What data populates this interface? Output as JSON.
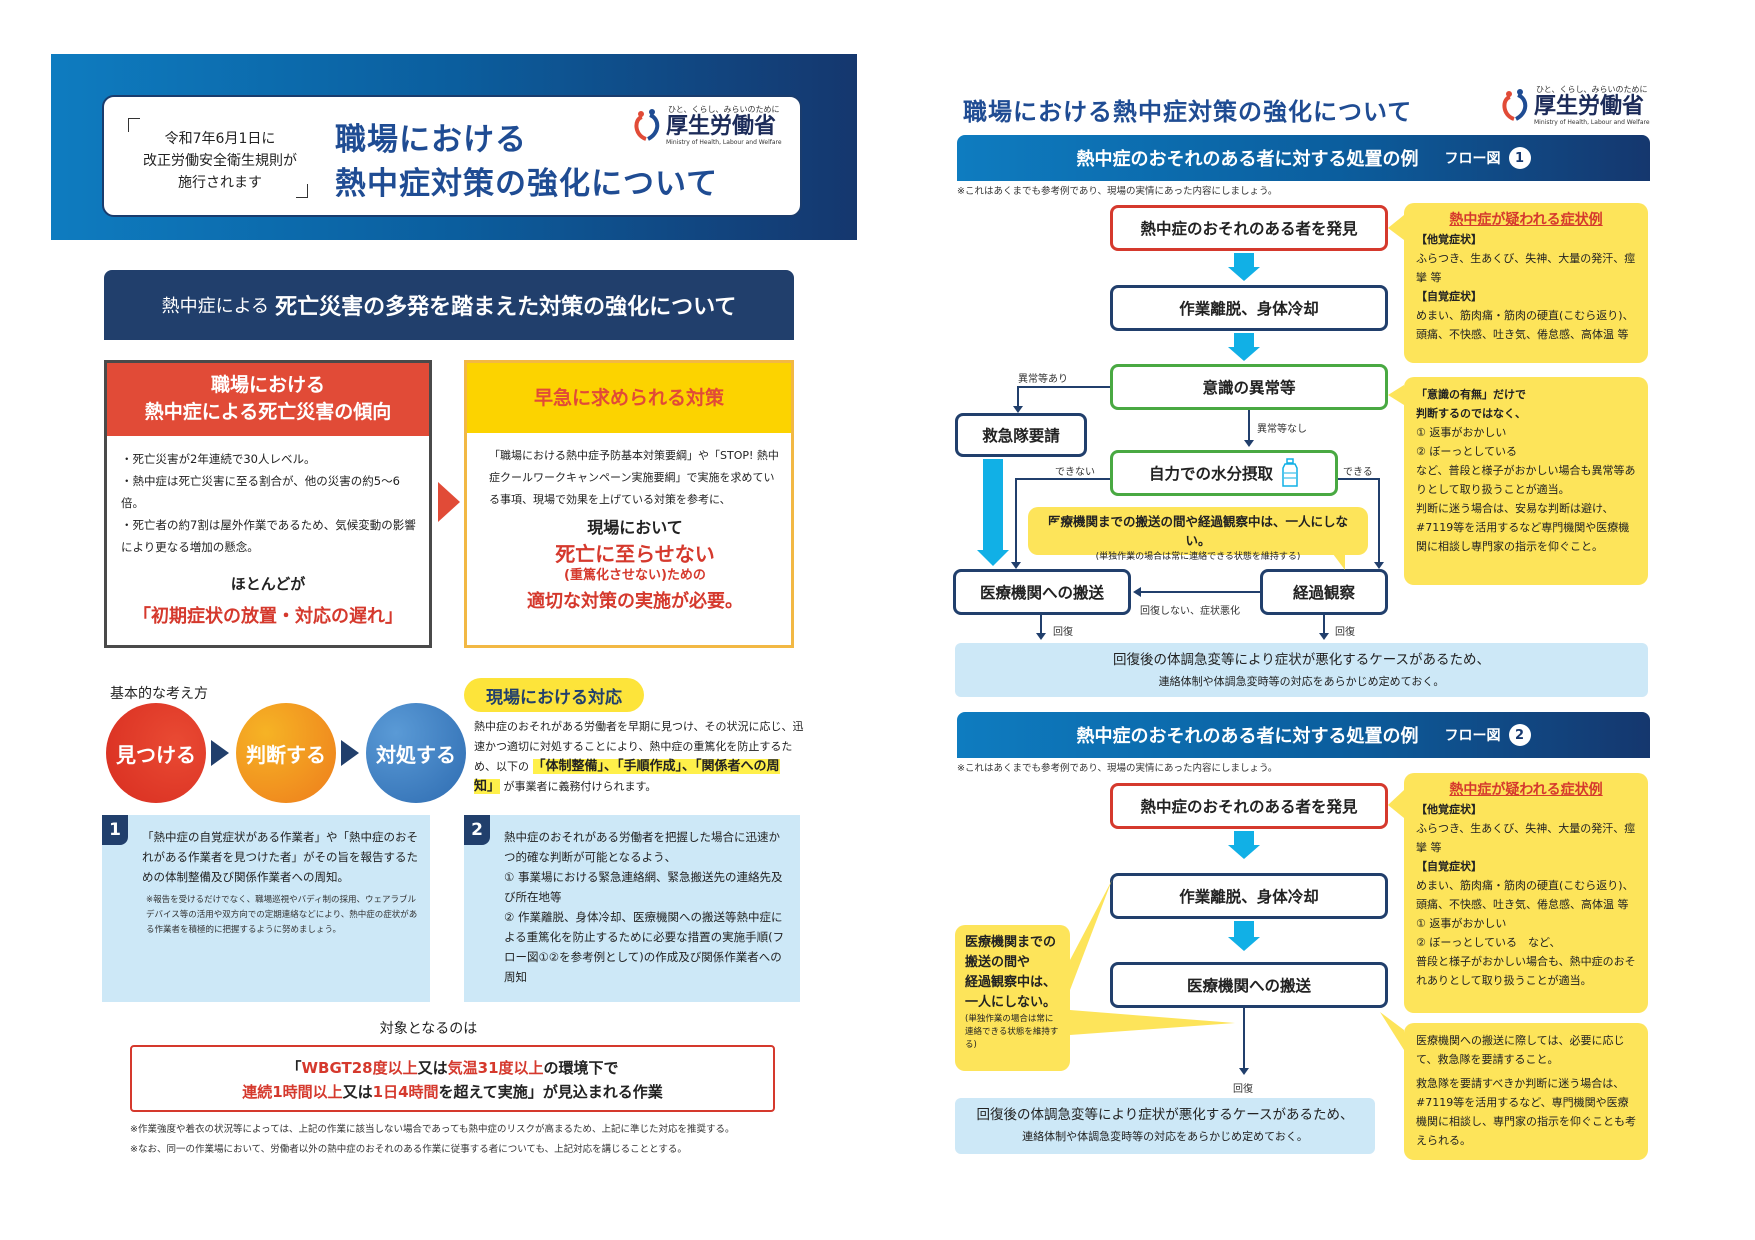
{
  "left": {
    "header": {
      "note_lines": [
        "令和7年6月1日に",
        "改正労働安全衛生規則が",
        "施行されます"
      ],
      "title_line1": "職場における",
      "title_line2": "熱中症対策の強化について",
      "logo": {
        "tagline": "ひと、くらし、みらいのために",
        "name": "厚生労働省",
        "english": "Ministry of Health, Labour and Welfare"
      }
    },
    "band": {
      "prefix": "熱中症による",
      "title": "死亡災害の多発を踏まえた対策の強化について"
    },
    "trend_box": {
      "title_line1": "職場における",
      "title_line2": "熱中症による死亡災害の傾向",
      "bullets": [
        "・死亡災害が2年連続で30人レベル。",
        "・熱中症は死亡災害に至る割合が、他の災害の約5～6倍。",
        "・死亡者の約7割は屋外作業であるため、気候変動の影響により更なる増加の懸念。"
      ],
      "conclusion_lead": "ほとんどが",
      "conclusion": "「初期症状の放置・対応の遅れ」"
    },
    "measures_box": {
      "title": "早急に求められる対策",
      "body": "「職場における熱中症予防基本対策要綱」や「STOP! 熱中症クールワークキャンペーン実施要綱」で実施を求めている事項、現場で効果を上げている対策を参考に、",
      "c1": "現場において",
      "c2": "死亡に至らせない",
      "c3": "(重篤化させない)ための",
      "c4": "適切な対策の実施が必要。"
    },
    "basic": {
      "label": "基本的な考え方",
      "steps": [
        "見つける",
        "判断する",
        "対処する"
      ],
      "colors": [
        "#e14b37",
        "#f29a1f",
        "#3b7cc2"
      ]
    },
    "field": {
      "pill": "現場における対応",
      "text1": "熱中症のおそれがある労働者を早期に見つけ、その状況に応じ、迅速かつ適切に対処することにより、熱中症の重篤化を防止するため、以下の",
      "highlight": "「体制整備」、「手順作成」、「関係者への周知」",
      "text2": "が事業者に義務付けられます。"
    },
    "item1": {
      "num": "1",
      "text": "「熱中症の自覚症状がある作業者」や「熱中症のおそれがある作業者を見つけた者」がその旨を報告するための体制整備及び関係作業者への周知。",
      "note": "※報告を受けるだけでなく、職場巡視やバディ制の採用、ウェアラブルデバイス等の活用や双方向での定期連絡などにより、熱中症の症状がある作業者を積極的に把握するように努めましょう。"
    },
    "item2": {
      "num": "2",
      "lines": [
        "熱中症のおそれがある労働者を把握した場合に迅速かつ的確な判断が可能となるよう、",
        "① 事業場における緊急連絡網、緊急搬送先の連絡先及び所在地等",
        "② 作業離脱、身体冷却、医療機関への搬送等熱中症による重篤化を防止するために必要な措置の実施手順(フロー図①②を参考例として)の作成及び関係作業者への周知"
      ]
    },
    "target": {
      "label": "対象となるのは",
      "l1_a": "「",
      "l1_r1": "WBGT28度以上",
      "l1_b": "又は",
      "l1_r2": "気温31度以上",
      "l1_c": "の環境下で",
      "l2_r1": "連続1時間以上",
      "l2_b": "又は",
      "l2_r2": "1日4時間",
      "l2_c": "を超えて実施」が見込まれる作業"
    },
    "notes": [
      "※作業強度や着衣の状況等によっては、上記の作業に該当しない場合であっても熱中症のリスクが高まるため、上記に準じた対応を推奨する。",
      "※なお、同一の作業場において、労働者以外の熱中症のおそれのある作業に従事する者についても、上記対応を講じることとする。"
    ]
  },
  "right": {
    "title": "職場における熱中症対策の強化について",
    "flow1": {
      "band": "熱中症のおそれのある者に対する処置の例",
      "flow_label": "フロー図",
      "num": "1",
      "note": "※これはあくまでも参考例であり、現場の実情にあった内容にしましょう。",
      "nodes": {
        "discover": "熱中症のおそれのある者を発見",
        "cool": "作業離脱、身体冷却",
        "conscious": "意識の異常等",
        "ambulance": "救急隊要請",
        "water": "自力での水分摂取",
        "transport": "医療機関への搬送",
        "observe": "経過観察"
      },
      "labels": {
        "abnormal_yes": "異常等あり",
        "abnormal_no": "異常等なし",
        "cannot": "できない",
        "can": "できる",
        "not_recover": "回復しない、症状悪化",
        "recover1": "回復",
        "recover2": "回復"
      },
      "symptoms": {
        "title": "熱中症が疑われる症状例",
        "h1": "【他覚症状】",
        "t1": "ふらつき、生あくび、失神、大量の発汗、痙攣 等",
        "h2": "【自覚症状】",
        "t2": "めまい、筋肉痛・筋肉の硬直(こむら返り)、頭痛、不快感、吐き気、倦怠感、高体温 等"
      },
      "consciousness_note": {
        "b1": "「意識の有無」だけで",
        "b2": "判断するのではなく、",
        "l1": "① 返事がおかしい",
        "l2": "② ぼーっとしている",
        "l3": "など、普段と様子がおかしい場合も異常等ありとして取り扱うことが適当。",
        "l4": "判断に迷う場合は、安易な判断は避け、#7119等を活用するなど専門機関や医療機関に相談し専門家の指示を仰ぐこと。"
      },
      "alone_note": {
        "main": "医療機関までの搬送の間や経過観察中は、一人にしない。",
        "sub": "(単独作業の場合は常に連絡できる状態を維持する)"
      },
      "footer": {
        "main": "回復後の体調急変等により症状が悪化するケースがあるため、",
        "sub": "連絡体制や体調急変時等の対応をあらかじめ定めておく。"
      }
    },
    "flow2": {
      "band": "熱中症のおそれのある者に対する処置の例",
      "flow_label": "フロー図",
      "num": "2",
      "note": "※これはあくまでも参考例であり、現場の実情にあった内容にしましょう。",
      "nodes": {
        "discover": "熱中症のおそれのある者を発見",
        "cool": "作業離脱、身体冷却",
        "transport": "医療機関への搬送"
      },
      "labels": {
        "recover": "回復"
      },
      "symptoms": {
        "title": "熱中症が疑われる症状例",
        "h1": "【他覚症状】",
        "t1": "ふらつき、生あくび、失神、大量の発汗、痙攣 等",
        "h2": "【自覚症状】",
        "t2": "めまい、筋肉痛・筋肉の硬直(こむら返り)、頭痛、不快感、吐き気、倦怠感、高体温 等",
        "l1": "① 返事がおかしい",
        "l2": "② ぼーっとしている　など、",
        "l3": "普段と様子がおかしい場合も、熱中症のおそれありとして取り扱うことが適当。"
      },
      "alone_note": {
        "l1": "医療機関までの",
        "l2": "搬送の間や",
        "l3": "経過観察中は、",
        "l4": "一人にしない。",
        "sub": "(単独作業の場合は常に連絡できる状態を維持する)"
      },
      "ambulance_note": {
        "p1": "医療機関への搬送に際しては、必要に応じて、救急隊を要請すること。",
        "p2": "救急隊を要請すべきか判断に迷う場合は、#7119等を活用するなど、専門機関や医療機関に相談し、専門家の指示を仰ぐことも考えられる。"
      },
      "footer": {
        "main": "回復後の体調急変等により症状が悪化するケースがあるため、",
        "sub": "連絡体制や体調急変時等の対応をあらかじめ定めておく。"
      }
    }
  }
}
